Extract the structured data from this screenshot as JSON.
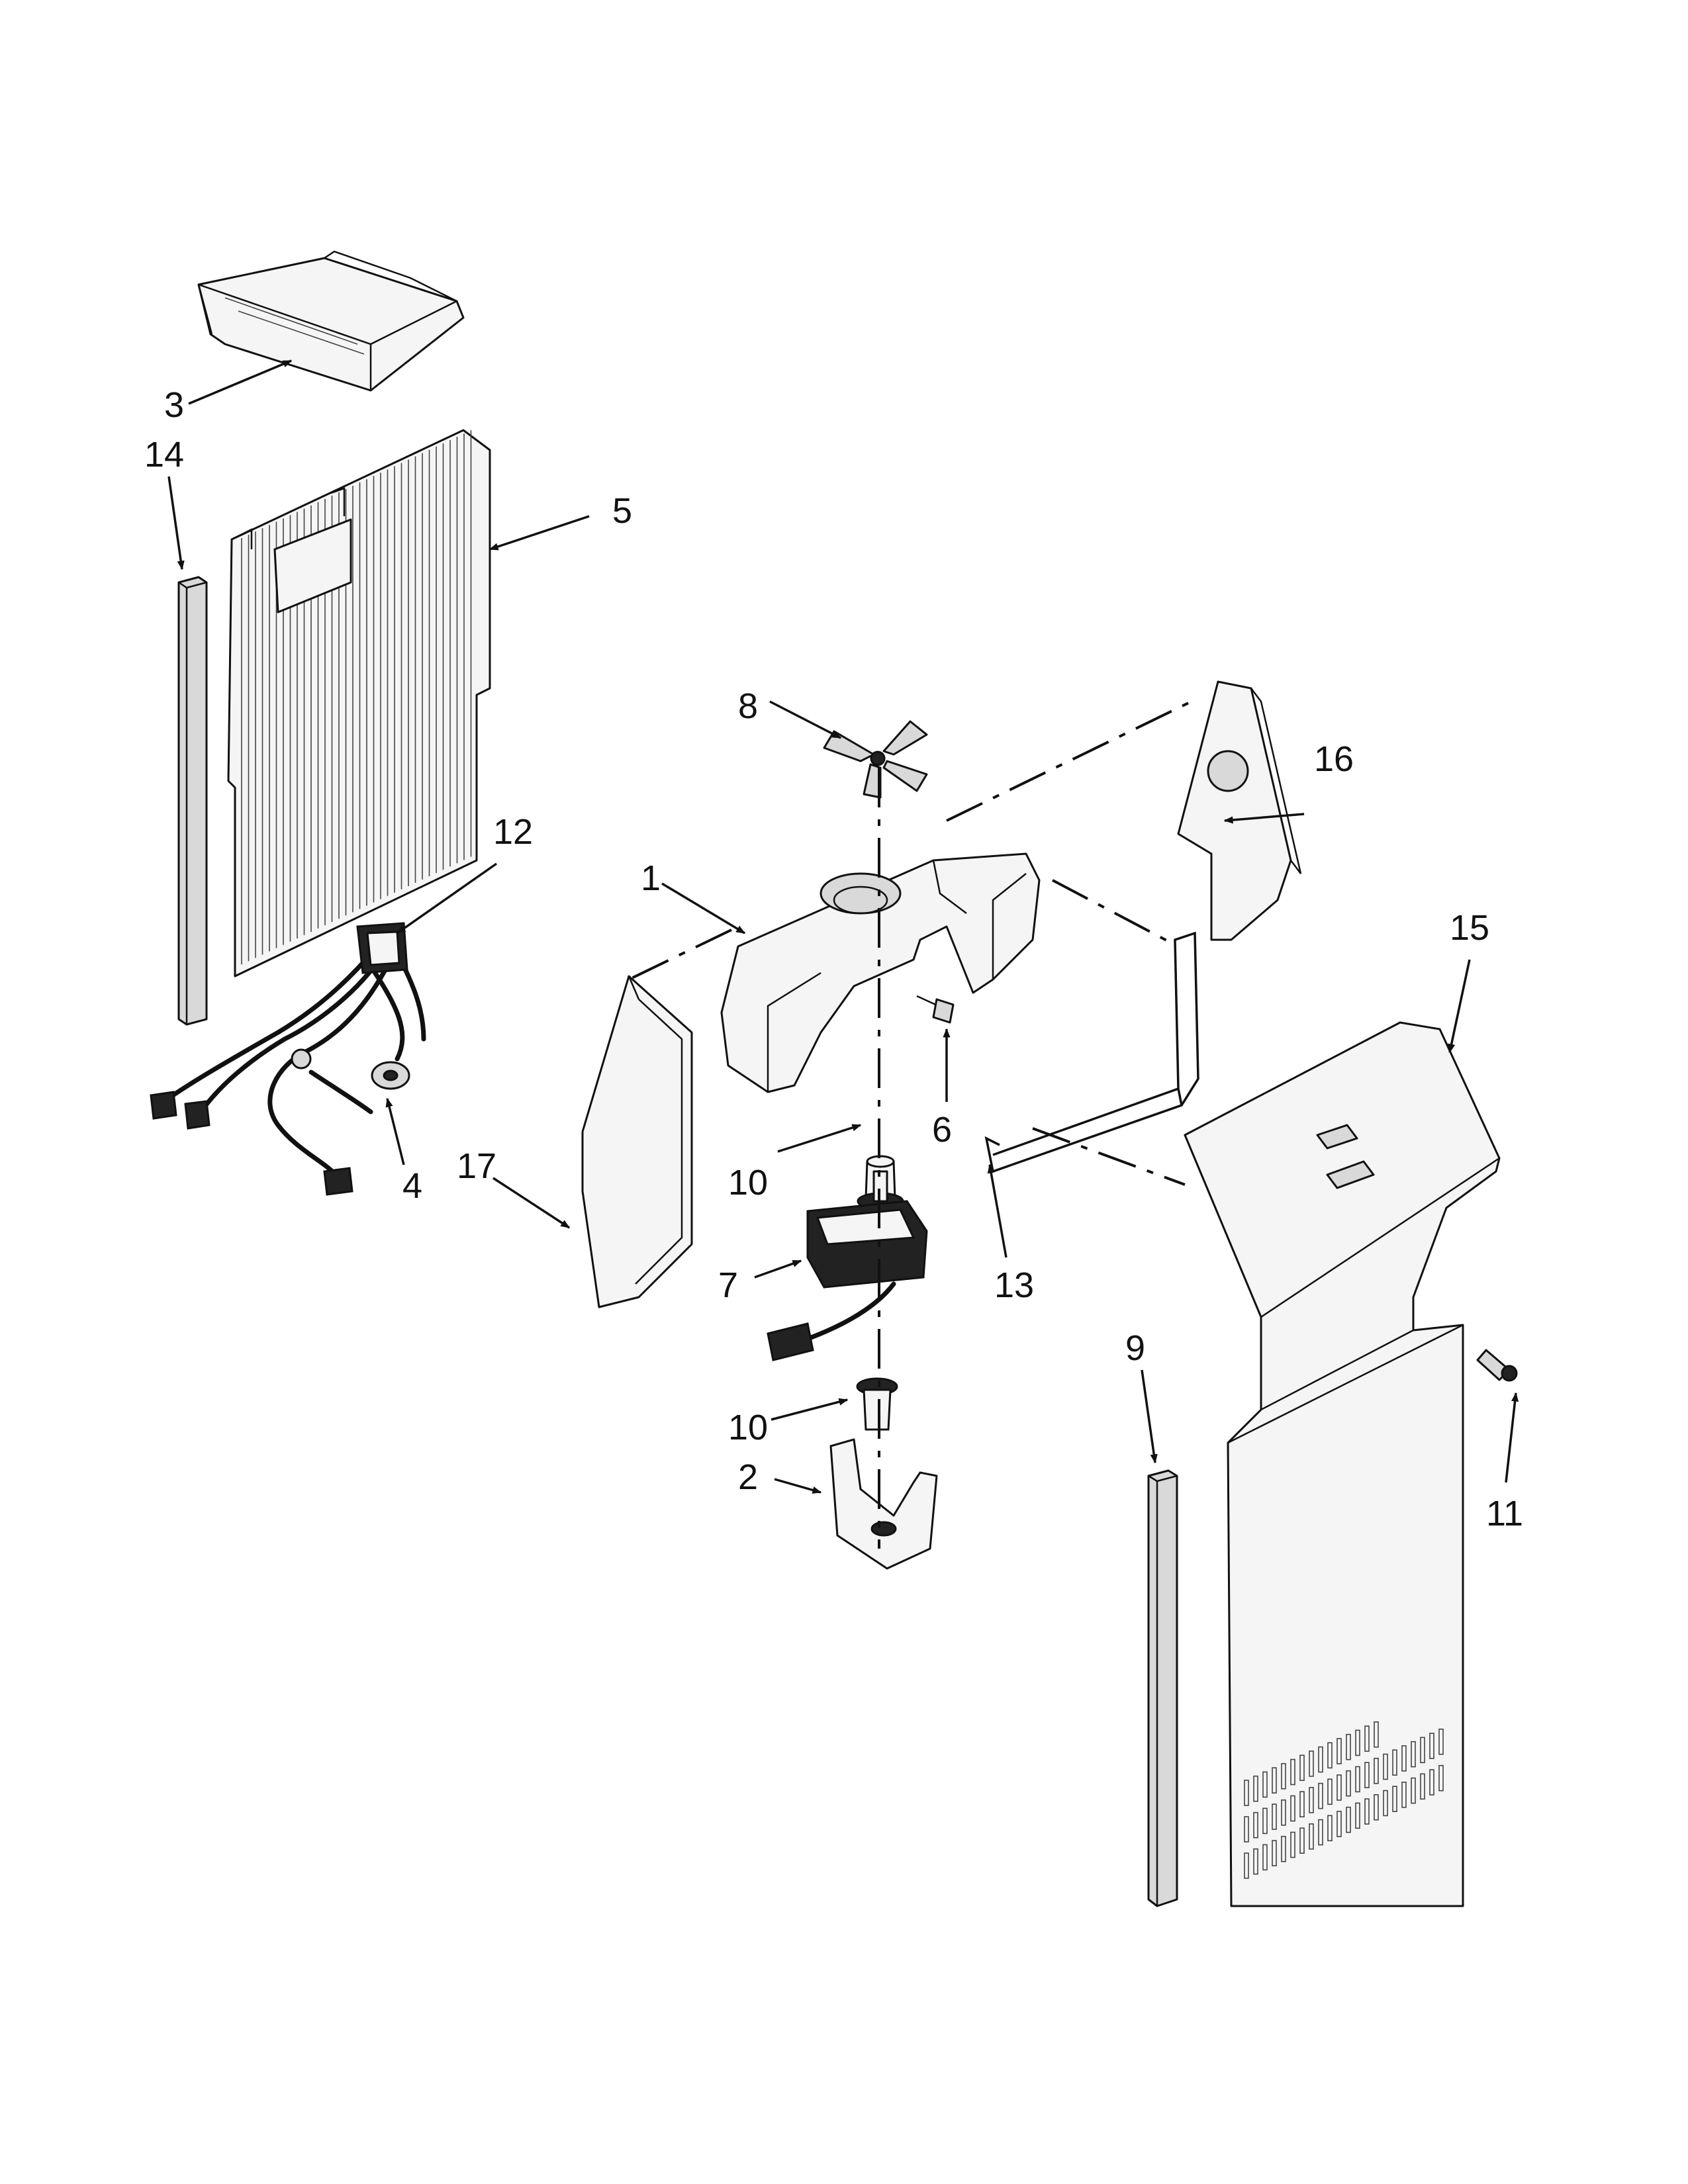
{
  "callouts": [
    "1",
    "2",
    "3",
    "4",
    "5",
    "6",
    "7",
    "8",
    "9",
    "10",
    "10",
    "11",
    "12",
    "13",
    "14",
    "15",
    "16",
    "17"
  ]
}
